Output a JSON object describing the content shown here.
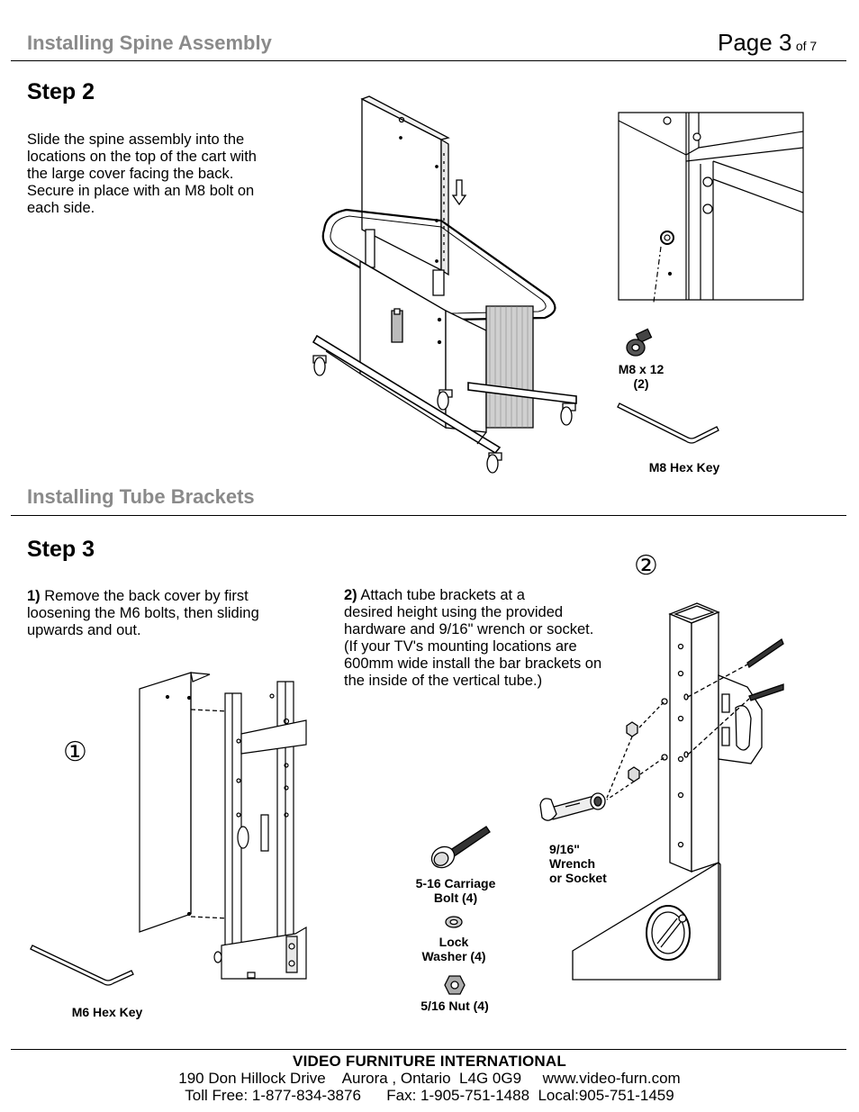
{
  "header": {
    "section_title": "Installing Spine Assembly",
    "page_label": "Page 3",
    "page_of": "of 7"
  },
  "step2": {
    "title": "Step 2",
    "lines": [
      "Slide the spine assembly into the",
      "locations on the top of the cart with",
      "the large cover facing the back.",
      "Secure in place with an M8 bolt on",
      "each side."
    ],
    "bolt_label": "M8 x 12",
    "bolt_qty": "(2)",
    "hexkey_label": "M8 Hex Key"
  },
  "section2": {
    "title": "Installing Tube Brackets"
  },
  "step3": {
    "title": "Step 3",
    "part1_prefix": "1)",
    "part1_lines": [
      " Remove the back cover by first",
      "loosening the M6 bolts, then sliding",
      "upwards and out."
    ],
    "part2_prefix": "2)",
    "part2_lines": [
      " Attach tube brackets at a",
      "desired height using the provided",
      "hardware and 9/16\" wrench or socket.",
      "(If your TV's mounting locations are",
      "600mm wide install the bar brackets on",
      "the inside of the vertical tube.)"
    ],
    "marker1": "①",
    "marker2": "②",
    "m6_hexkey_label": "M6 Hex Key",
    "carriage_bolt_line1": "5-16 Carriage",
    "carriage_bolt_line2": "Bolt (4)",
    "lock_washer_line1": "Lock",
    "lock_washer_line2": "Washer (4)",
    "nut_label": "5/16 Nut (4)",
    "wrench_line1": "9/16\"",
    "wrench_line2": "Wrench",
    "wrench_line3": "or Socket"
  },
  "footer": {
    "company": "VIDEO FURNITURE INTERNATIONAL",
    "address_line": "190 Don Hillock Drive    Aurora , Ontario  L4G 0G9     www.video-furn.com",
    "phone_line": "Toll Free: 1-877-834-3876      Fax: 1-905-751-1488  Local:905-751-1459"
  }
}
